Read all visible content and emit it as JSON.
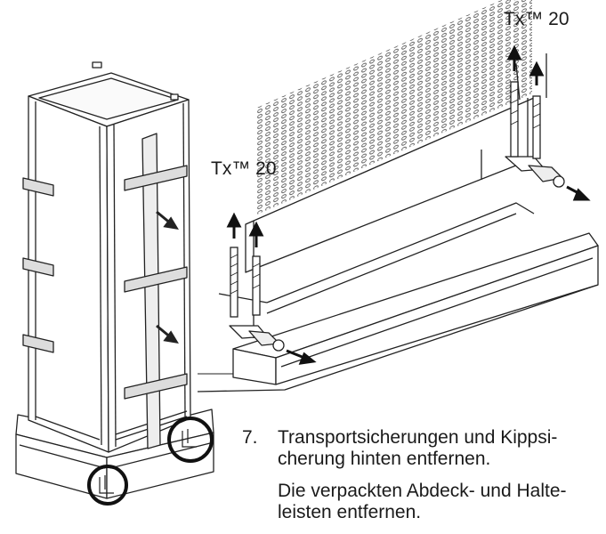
{
  "labels": {
    "torx_right": "Tx™ 20",
    "torx_left": "Tx™ 20"
  },
  "step": {
    "number": "7.",
    "line1": "Transportsicherungen und Kippsi-",
    "line2": "cherung hinten entfernen.",
    "line3": "Die verpackten Abdeck- und Halte-",
    "line4": "leisten entfernen."
  }
}
